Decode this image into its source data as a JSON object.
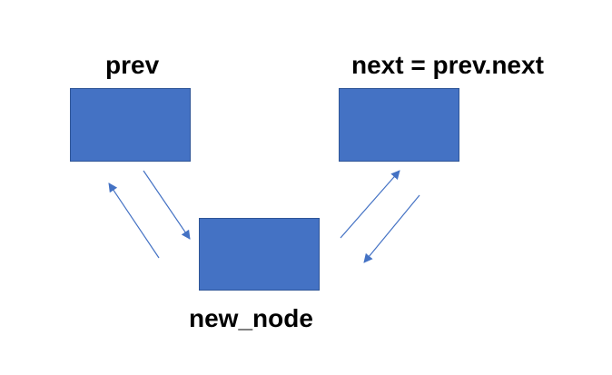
{
  "labels": {
    "prev": "prev",
    "next": "next = prev.next",
    "new_node": "new_node"
  },
  "colors": {
    "node_fill": "#4472C4",
    "node_stroke": "#2F5597",
    "arrow": "#4472C4",
    "text": "#000000",
    "background": "#FFFFFF"
  },
  "arrows": [
    {
      "from": "prev",
      "to": "new_node"
    },
    {
      "from": "new_node",
      "to": "prev"
    },
    {
      "from": "new_node",
      "to": "next"
    },
    {
      "from": "next",
      "to": "new_node"
    }
  ]
}
